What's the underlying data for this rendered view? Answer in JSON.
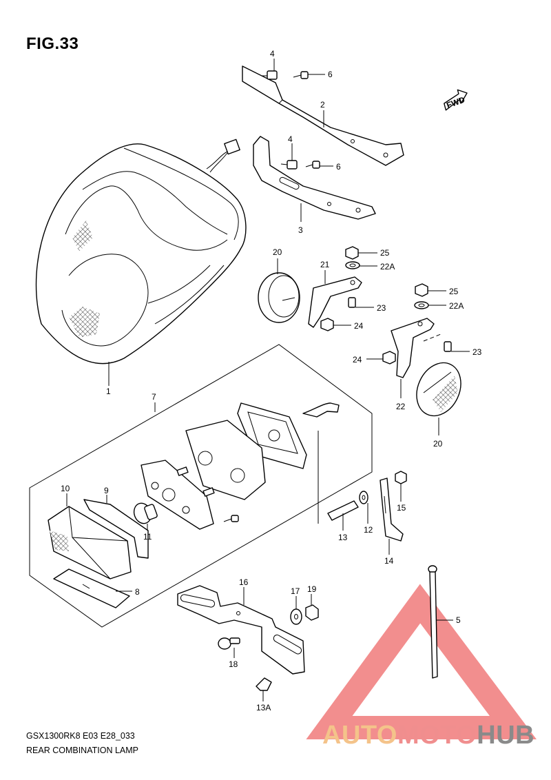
{
  "figure": {
    "title": "FIG.33"
  },
  "footer": {
    "model_code": "GSX1300RK8 E03 E28_033",
    "part_group": "REAR COMBINATION LAMP"
  },
  "direction_badge": {
    "text": "FWD"
  },
  "watermark": {
    "brand_parts": [
      "AUTO",
      "MOTO",
      "HUB"
    ],
    "colors": {
      "auto": "#f4c38a",
      "moto": "#f08e8e",
      "hub": "#8a8a8a",
      "triangle": "#f07a7a"
    }
  },
  "callouts": {
    "c1": "1",
    "c2": "2",
    "c3": "3",
    "c4a": "4",
    "c4b": "4",
    "c5": "5",
    "c6a": "6",
    "c6b": "6",
    "c7": "7",
    "c8": "8",
    "c9": "9",
    "c10": "10",
    "c11": "11",
    "c12": "12",
    "c13": "13",
    "c13a": "13A",
    "c14": "14",
    "c15": "15",
    "c16": "16",
    "c17": "17",
    "c18": "18",
    "c19": "19",
    "c20a": "20",
    "c20b": "20",
    "c21": "21",
    "c22": "22",
    "c22aa": "22A",
    "c22ab": "22A",
    "c23a": "23",
    "c23b": "23",
    "c24a": "24",
    "c24b": "24",
    "c25a": "25",
    "c25b": "25"
  }
}
